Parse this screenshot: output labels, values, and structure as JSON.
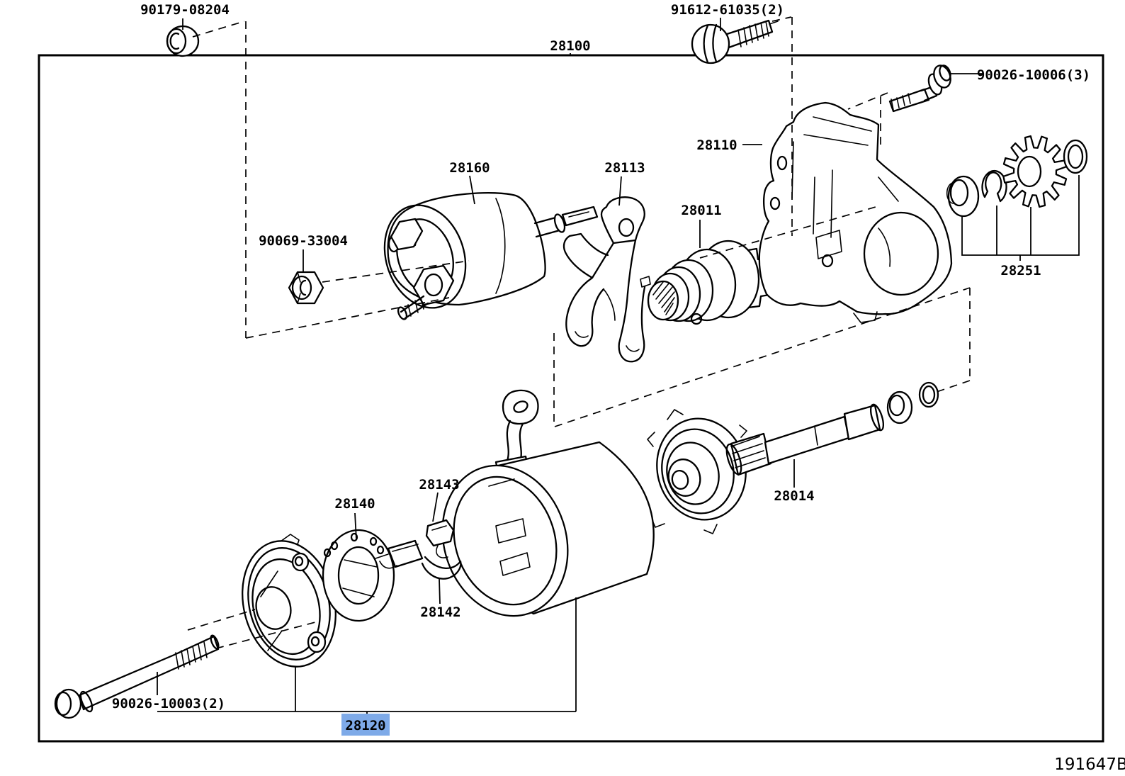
{
  "diagram": {
    "doc_number": "191647B",
    "selected_part": "28120",
    "ink_color": "#000000",
    "highlight": {
      "bg": "#7EAAE8",
      "fg": "#1A3A99"
    },
    "callouts": {
      "c90179": "90179-08204",
      "c91612": "91612-61035(2)",
      "c28100": "28100",
      "c90026a": "90026-10006(3)",
      "c28110": "28110",
      "c28160": "28160",
      "c28113": "28113",
      "c28011": "28011",
      "c90069": "90069-33004",
      "c28251": "28251",
      "c28014": "28014",
      "c28140": "28140",
      "c28143": "28143",
      "c28142": "28142",
      "c90026b": "90026-10003(2)",
      "c28120": "28120"
    }
  }
}
